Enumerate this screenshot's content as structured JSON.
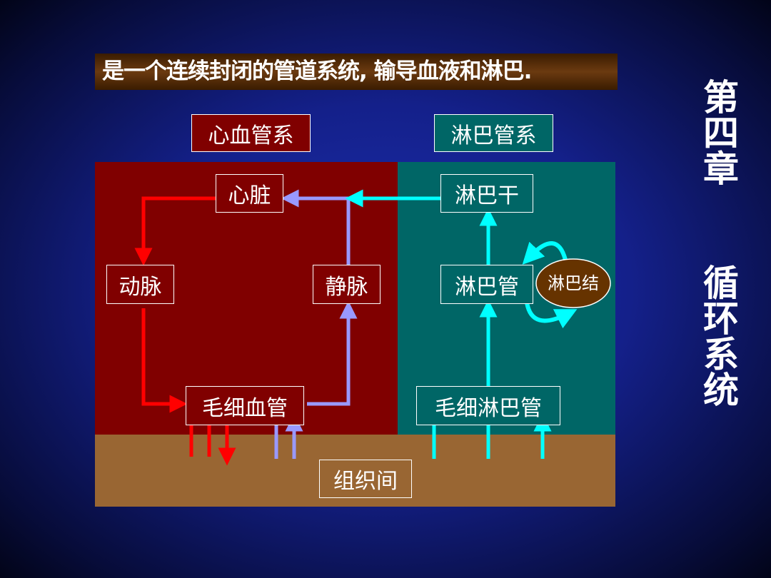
{
  "title": "是一个连续封闭的管道系统, 输导血液和淋巴.",
  "side_title": {
    "chapter": "第四章",
    "topic": "循环系统"
  },
  "headers": {
    "cardio": "心血管系",
    "lymph": "淋巴管系"
  },
  "nodes": {
    "heart": "心脏",
    "artery": "动脉",
    "vein": "静脉",
    "capillary": "毛细血管",
    "lymph_trunk": "淋巴干",
    "lymph_vessel": "淋巴管",
    "lymph_node": "淋巴结",
    "lymph_capillary": "毛细淋巴管",
    "tissue": "组织间"
  },
  "colors": {
    "blood_region": "#800000",
    "lymph_region": "#006666",
    "tissue_region": "#996633",
    "artery_arrow": "#ff0000",
    "vein_arrow": "#9999ff",
    "lymph_arrow": "#00ffff"
  }
}
